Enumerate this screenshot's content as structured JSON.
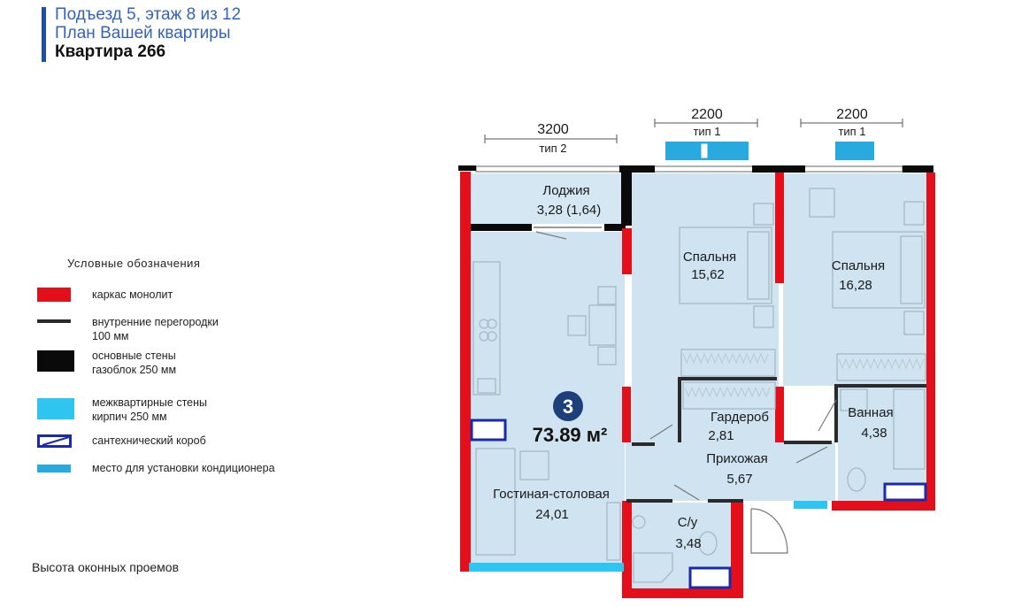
{
  "header": {
    "line1": "Подъезд 5, этаж 8 из 12",
    "line2": "План Вашей квартиры",
    "line3": "Квартира 266"
  },
  "legend": {
    "title": "Условные обозначения",
    "items": [
      {
        "text": "каркас монолит"
      },
      {
        "text": "внутренние перегородки\n100 мм"
      },
      {
        "text": "основные стены\nгазоблок 250 мм"
      },
      {
        "text": "межквартирные стены\nкирпич 250 мм"
      },
      {
        "text": "сантехнический короб"
      },
      {
        "text": "место для установки кондиционера"
      }
    ]
  },
  "footnote": "Высота оконных проемов",
  "plan": {
    "rooms_count": "3",
    "total_area": "73.89 м²",
    "windows": [
      {
        "width": "3200",
        "type": "тип 2"
      },
      {
        "width": "2200",
        "type": "тип 1"
      },
      {
        "width": "2200",
        "type": "тип 1"
      }
    ],
    "rooms": {
      "loggia": {
        "name": "Лоджия",
        "area": "3,28 (1,64)"
      },
      "bedroom1": {
        "name": "Спальня",
        "area": "15,62"
      },
      "bedroom2": {
        "name": "Спальня",
        "area": "16,28"
      },
      "wardrobe": {
        "name": "Гардероб",
        "area": "2,81"
      },
      "bathroom": {
        "name": "Ванная",
        "area": "4,38"
      },
      "hallway": {
        "name": "Прихожая",
        "area": "5,67"
      },
      "living": {
        "name": "Гостиная-столовая",
        "area": "24,01"
      },
      "wc": {
        "name": "С/у",
        "area": "3,48"
      }
    }
  },
  "colors": {
    "monolith": "#e3101c",
    "partition": "#2a2a2a",
    "mainwall": "#0a0a0a",
    "brickwall": "#2ec6f0",
    "plumbing": "#1b2aa8",
    "ac": "#28a9e0",
    "floor": "#cfe3f0",
    "accent": "#1d4fa8"
  }
}
